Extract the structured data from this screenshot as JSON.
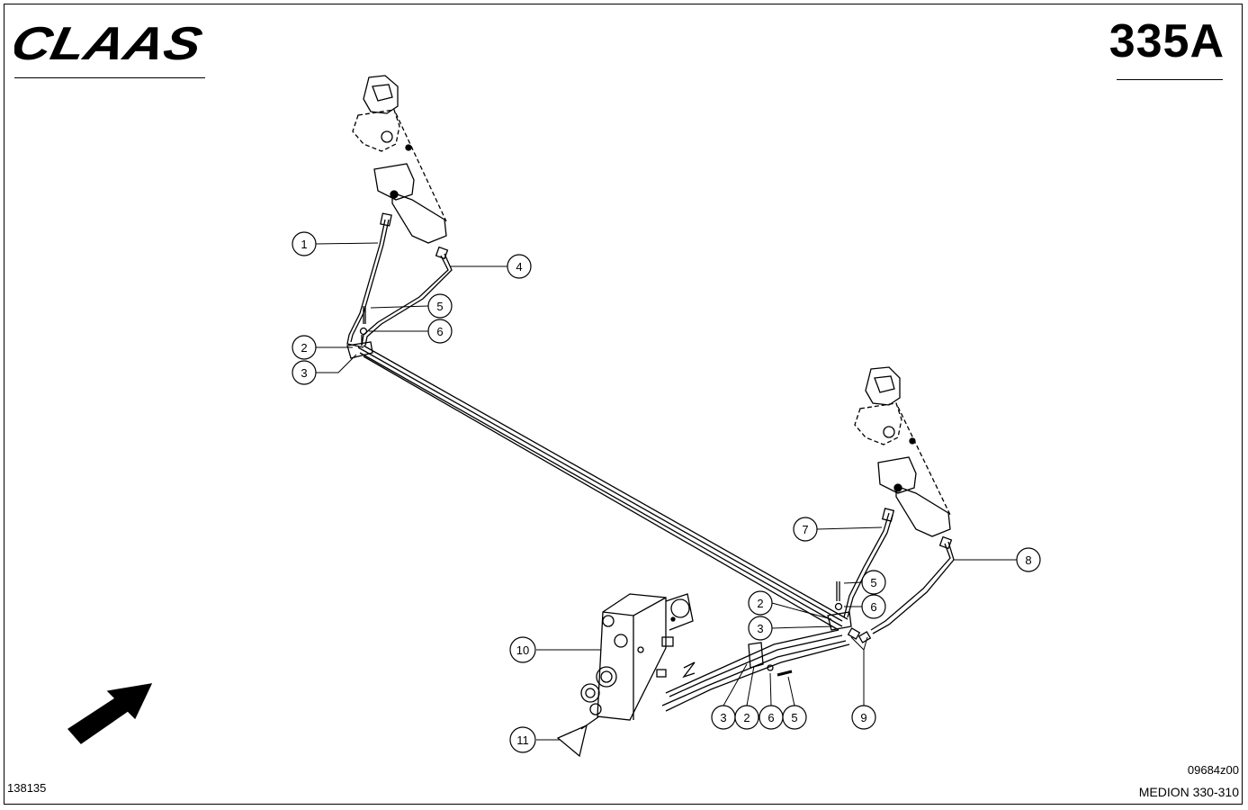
{
  "brand": "CLAAS",
  "page_code": "335A",
  "drawing_number": "138135",
  "reference_code": "09684z00",
  "model": "MEDION 330-310",
  "callouts": [
    {
      "label": "1"
    },
    {
      "label": "4"
    },
    {
      "label": "5"
    },
    {
      "label": "6"
    },
    {
      "label": "2"
    },
    {
      "label": "3"
    },
    {
      "label": "7"
    },
    {
      "label": "8"
    },
    {
      "label": "5"
    },
    {
      "label": "6"
    },
    {
      "label": "2"
    },
    {
      "label": "3"
    },
    {
      "label": "10"
    },
    {
      "label": "3"
    },
    {
      "label": "2"
    },
    {
      "label": "6"
    },
    {
      "label": "5"
    },
    {
      "label": "9"
    },
    {
      "label": "11"
    }
  ]
}
